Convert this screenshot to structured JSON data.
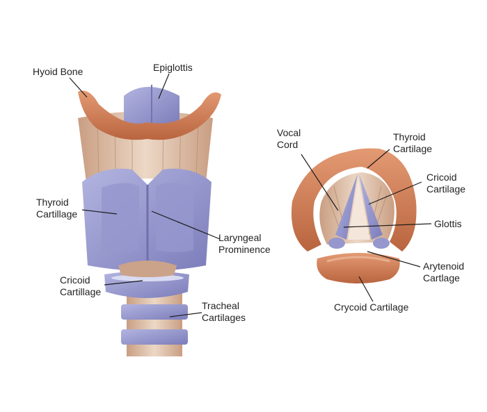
{
  "colors": {
    "cartilage_purple": "#8a8bc4",
    "cartilage_purple_light": "#a9abd9",
    "bone_orange": "#cf7d55",
    "tissue_tan": "#d9b79e",
    "leader_line": "#1a1a1a"
  },
  "front_view": {
    "labels": {
      "hyoid_bone": [
        "Hyoid Bone"
      ],
      "epiglottis": [
        "Epiglottis"
      ],
      "thyroid_cartilage": [
        "Thyroid",
        "Cartillage"
      ],
      "laryngeal_prominence": [
        "Laryngeal",
        "Prominence"
      ],
      "cricoid_cartilage": [
        "Cricoid",
        "Cartillage"
      ],
      "tracheal_cartilages": [
        "Tracheal",
        "Cartilages"
      ]
    }
  },
  "top_view": {
    "labels": {
      "vocal_cord": [
        "Vocal",
        "Cord"
      ],
      "thyroid_cartilage": [
        "Thyroid",
        "Cartilage"
      ],
      "cricoid_cartilage": [
        "Cricoid",
        "Cartilage"
      ],
      "glottis": [
        "Glottis"
      ],
      "arytenoid_cartilage": [
        "Arytenoid",
        "Cartlage"
      ],
      "crycoid_cartilage": [
        "Crycoid Cartilage"
      ]
    }
  }
}
